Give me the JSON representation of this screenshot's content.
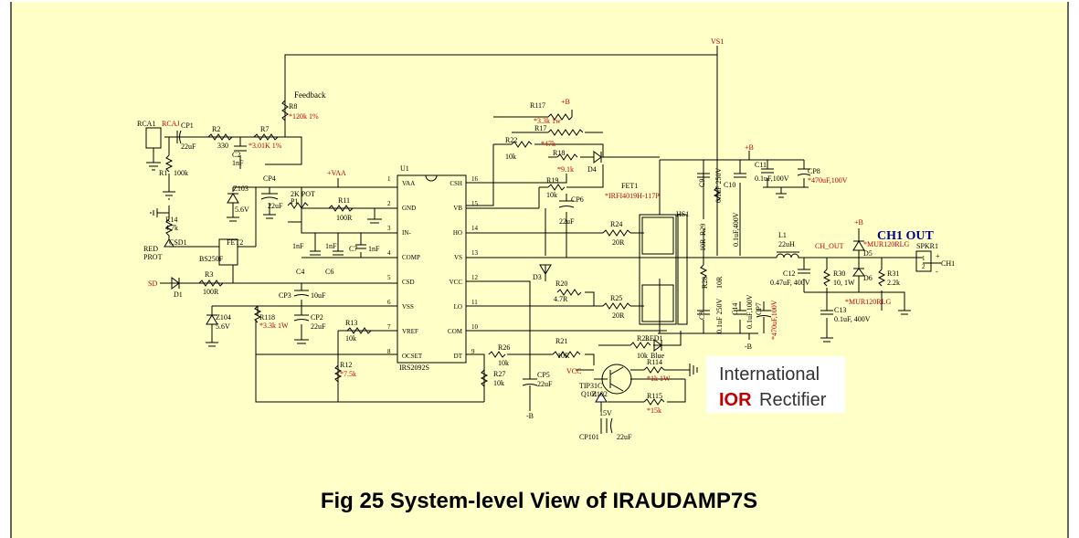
{
  "caption": "Fig 25 System-level View of IRAUDAMP7S",
  "logo": {
    "line1": "International",
    "ior": "IOR",
    "line2": "Rectifier"
  },
  "ic": {
    "name": "U1",
    "part": "IRS2092S",
    "left_pins": [
      {
        "num": "1",
        "name": "VAA"
      },
      {
        "num": "2",
        "name": "GND"
      },
      {
        "num": "3",
        "name": "IN-"
      },
      {
        "num": "4",
        "name": "COMP"
      },
      {
        "num": "5",
        "name": "CSD"
      },
      {
        "num": "6",
        "name": "VSS"
      },
      {
        "num": "7",
        "name": "VREF"
      },
      {
        "num": "8",
        "name": "OCSET"
      }
    ],
    "right_pins": [
      {
        "num": "16",
        "name": "CSH"
      },
      {
        "num": "15",
        "name": "VB"
      },
      {
        "num": "14",
        "name": "HO"
      },
      {
        "num": "13",
        "name": "VS"
      },
      {
        "num": "12",
        "name": "VCC"
      },
      {
        "num": "11",
        "name": "LO"
      },
      {
        "num": "10",
        "name": "COM"
      },
      {
        "num": "9",
        "name": "DT"
      }
    ]
  },
  "labels": {
    "vs1": "VS1",
    "feedback": "Feedback",
    "r8": "R8",
    "r8v": "*120k 1%",
    "rca1": "RCA1",
    "rcaj": "RCAJ",
    "cp1": "CP1",
    "cp1v": "22uF",
    "r2": "R2",
    "r2v": "330",
    "c2": "C2",
    "c2v": "1nF",
    "r7": "R7",
    "r7v": "*3.01K 1%",
    "r1": "R1",
    "r1v": "100k",
    "r117": "R117",
    "r117v": "*3.3k 1w",
    "plusb": "+B",
    "r17": "R17",
    "r17v": "*47k",
    "r22": "R22",
    "r22v": "10k",
    "r18": "R18",
    "r18v": "*9.1k",
    "d4": "D4",
    "r19": "R19",
    "r19v": "10k",
    "cp6": "CP6",
    "cp6v": "22uF",
    "plusvaa": "+VAA",
    "cp4": "CP4",
    "cp4v": "22uF",
    "z103": "Z103",
    "z103v": "5.6V",
    "p1a": "2K POT",
    "p1": "P1",
    "r11": "R11",
    "r11v": "100R",
    "r14": "R14",
    "r14v": "4.7k",
    "redprot": "RED",
    "redprot2": "PROT",
    "csd1": "CSD1",
    "fet2": "FET2",
    "bs250f": "BS250F",
    "c4": "C4",
    "c6": "C6",
    "c7": "C7",
    "c7v": "1nF",
    "nf1": "1nF",
    "nf2": "1nF",
    "sd": "SD",
    "d1": "D1",
    "r3": "R3",
    "r3v": "100R",
    "cp3": "CP3",
    "cp3v": "10uF",
    "cp2": "CP2",
    "cp2v": "22uF",
    "z104": "Z104",
    "z104v": "5.6V",
    "r118": "R118",
    "r118v": "*3.3k 1W",
    "r13": "R13",
    "r13v": "10k",
    "r12": "R12",
    "r12v": "*7.5k",
    "fet1": "FET1",
    "fet1v": "*IRFI4019H-117P",
    "hs1": "HS1",
    "r24": "R24",
    "r24v": "20R",
    "r25": "R25",
    "r25v": "20R",
    "d3": "D3",
    "r20": "R20",
    "r20v": "4.7R",
    "r21": "R21",
    "r21v": "10R",
    "r26": "R26",
    "r26v": "10k",
    "r23": "R23",
    "r23v": "10k",
    "led1": "LED1",
    "led1v": "Blue",
    "r27": "R27",
    "r27v": "10k",
    "cp5": "CP5",
    "cp5v": "22uF",
    "minusb": "-B",
    "vcc": "VCC",
    "q101": "Q101",
    "tip31c": "TIP31C",
    "r114": "R114",
    "r114v": "*1k 1W",
    "r115": "R115",
    "r115v": "*15k",
    "z102": "Z102",
    "z102v": "15V",
    "cp101": "CP101",
    "cp101v": "22uF",
    "c9": "C9",
    "c9v": "0.1uF 250V",
    "c10": "C10",
    "c10v": "0.1uF,400V",
    "r29": "R29",
    "r29v": "10R",
    "r28": "R28",
    "r28v": "10R",
    "c8": "C8",
    "c8v": "0.1uF 250V",
    "c14": "C14",
    "c14v": "0.1uF,100V",
    "cp7": "CP7",
    "cp7v": "*470uF,100V",
    "c11": "C11",
    "c11v": "0.1uF,100V",
    "cp8": "CP8",
    "cp8v": "*470uF,100V",
    "l1": "L1",
    "l1v": "22uH",
    "chout": "CH_OUT",
    "c12": "C12",
    "c12v": "0.47uF, 400V",
    "r30": "R30",
    "r30v": "10, 1W",
    "c13": "C13",
    "c13v": "0.1uF, 400V",
    "d5": "D5",
    "d5v": "*MUR120RLG",
    "d6": "D6",
    "d6v": "*MUR120RLG",
    "r31": "R31",
    "r31v": "2.2k",
    "spkr1": "SPKR1",
    "ch1out": "CH1 OUT",
    "ch1": "CH1",
    "plus": "+",
    "minus": "-",
    "one": "1",
    "two": "2",
    "three": "3",
    "four": "4",
    "five": "5"
  }
}
